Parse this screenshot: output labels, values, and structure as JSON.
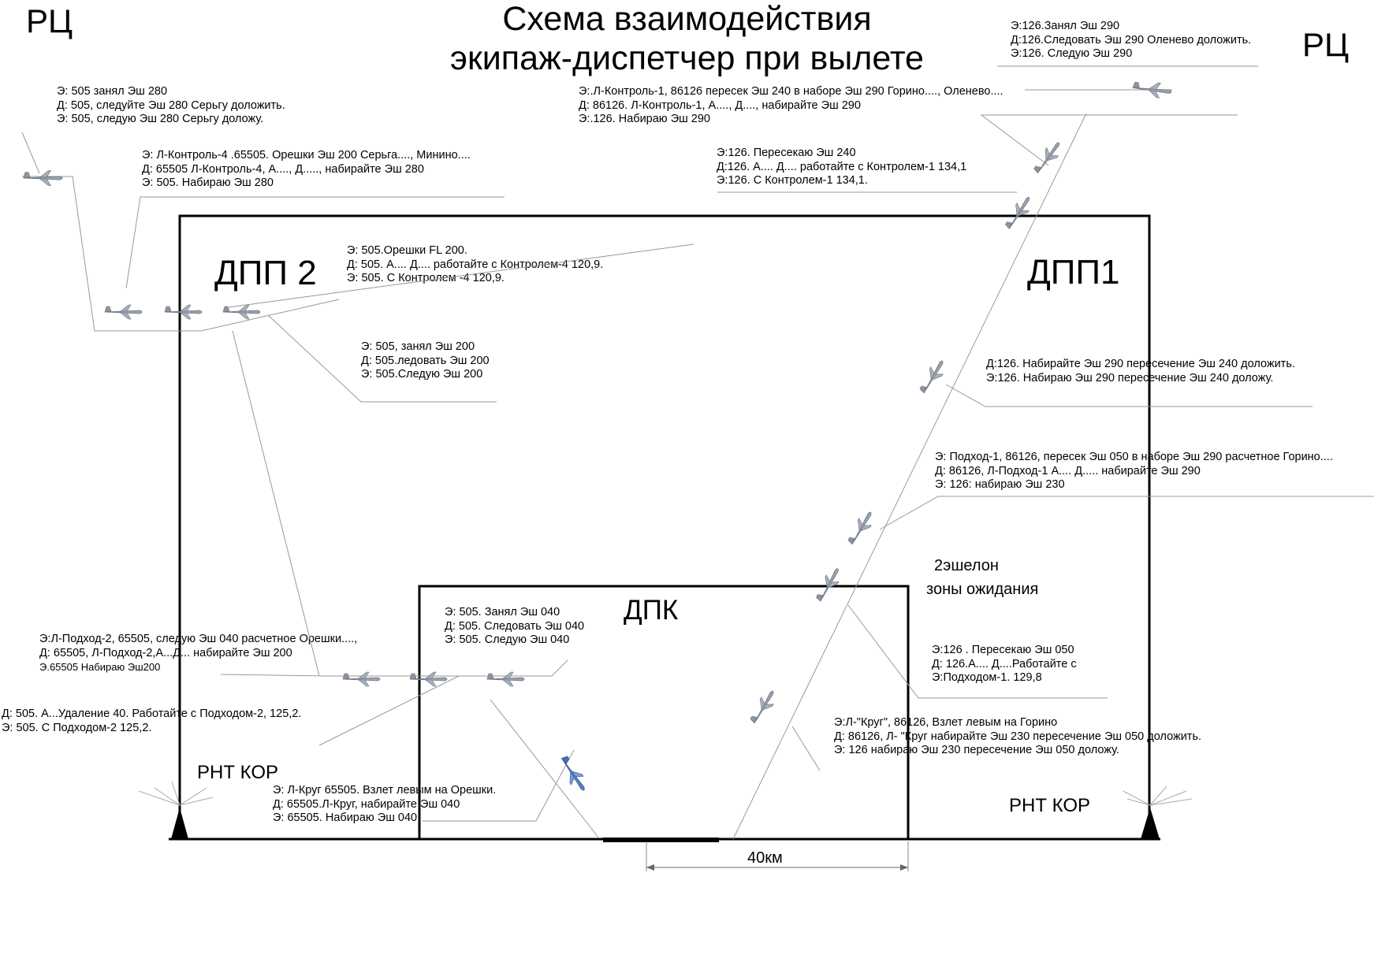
{
  "title": {
    "line1": "Схема взаимодействия",
    "line2": "экипаж-диспетчер при вылете"
  },
  "zones": {
    "rc_left": "РЦ",
    "rc_right": "РЦ",
    "dpp2": "ДПП 2",
    "dpp1": "ДПП1",
    "dpk": "ДПК",
    "holding_line1": "2эшелон",
    "holding_line2": "зоны ожидания",
    "rnt_left": "РНТ  КОР",
    "rnt_right": "РНТ  КОР",
    "distance": "40км"
  },
  "messages": {
    "m_505_280": [
      "Э: 505 занял Эш 280",
      "Д: 505, следуйте Эш 280 Серьгу доложить.",
      "Э: 505, следую Эш 280 Серьгу доложу."
    ],
    "m_control4": [
      "Э: Л-Контроль-4  .65505. Орешки Эш 200 Серьга...., Минино....",
      "Д: 65505 Л-Контроль-4,  А...., Д....., набирайте  Эш 280",
      "Э: 505. Набираю  Эш 280"
    ],
    "m_oreshki": [
      "Э: 505.Орешки FL 200.",
      "Д: 505. А.... Д.... работайте с Контролем-4 120,9.",
      "Э: 505. С Контролем -4 120,9."
    ],
    "m_505_200": [
      "Э: 505, занял Эш 200",
      "Д: 505.ледовать Эш 200",
      "Э: 505.Следую Эш 200"
    ],
    "m_126_290": [
      "Э:126.Занял  Эш 290",
      "Д:126.Следовать Эш 290  Оленево доложить.",
      "Э:126. Следую  Эш 290"
    ],
    "m_control1": [
      "Э:.Л-Контроль-1, 86126 пересек Эш 240 в наборе Эш 290 Горино...., Оленево....",
      "Д: 86126. Л-Контроль-1, А...., Д...., набирайте Эш 290",
      "Э:.126. Набираю Эш 290"
    ],
    "m_126_240": [
      "Э:126. Пересекаю Эш 240",
      "Д:126. А.... Д.... работайте с Контролем-1 134,1",
      "Э:126. С Контролем-1 134,1."
    ],
    "m_126_cross240": [
      "Д:126. Набирайте  Эш 290 пересечение  Эш 240 доложить.",
      "Э:126. Набираю  Эш 290 пересечение  Эш 240 доложу."
    ],
    "m_podhod1": [
      "Э:   Подход-1, 86126, пересек Эш 050 в наборе   Эш 290 расчетное Горино....",
      "Д:   86126, Л-Подход-1 А.... Д..... набирайте Эш 290",
      "Э:   126: набираю Эш 230"
    ],
    "m_505_040": [
      "Э: 505. Занял Эш 040",
      "Д: 505. Следовать Эш 040",
      "Э: 505. Следую Эш 040"
    ],
    "m_podhod2": [
      "Э:Л-Подход-2, 65505, следую Эш 040 расчетное  Орешки....,",
      "Д: 65505, Л-Подход-2,А...Д... набирайте Эш 200",
      "Э.65505 Набираю Эш200"
    ],
    "m_udalenie": [
      "Д: 505. А...Удаление 40. Работайте с Подходом-2, 125,2.",
      "Э: 505. С Подходом-2 125,2."
    ],
    "m_126_050": [
      "Э:126 . Пересекаю Эш 050",
      "Д: 126.А.... Д....Работайте с",
      "Э:Подходом-1.  129,8"
    ],
    "m_krug_126": [
      "Э:Л-\"Круг\", 86126, Взлет левым на Горино",
      "Д: 86126, Л- \"Круг набирайте Эш 230 пересечение  Эш 050 доложить.",
      "Э: 126 набираю Эш 230 пересечение  Эш 050 доложу."
    ],
    "m_krug_65505": [
      "Э: Л-Круг 65505. Взлет левым на Орешки.",
      "Д: 65505.Л-Круг, набирайте Эш 040",
      "Э: 65505. Набираю Эш 040"
    ]
  },
  "colors": {
    "line": "#000000",
    "leader": "#888888",
    "aircraft": "#9aa3b0",
    "aircraft_highlight": "#5b7fc4"
  },
  "icons": [
    "airplane-icon",
    "beacon-triangle-icon",
    "antenna-rays-icon"
  ]
}
